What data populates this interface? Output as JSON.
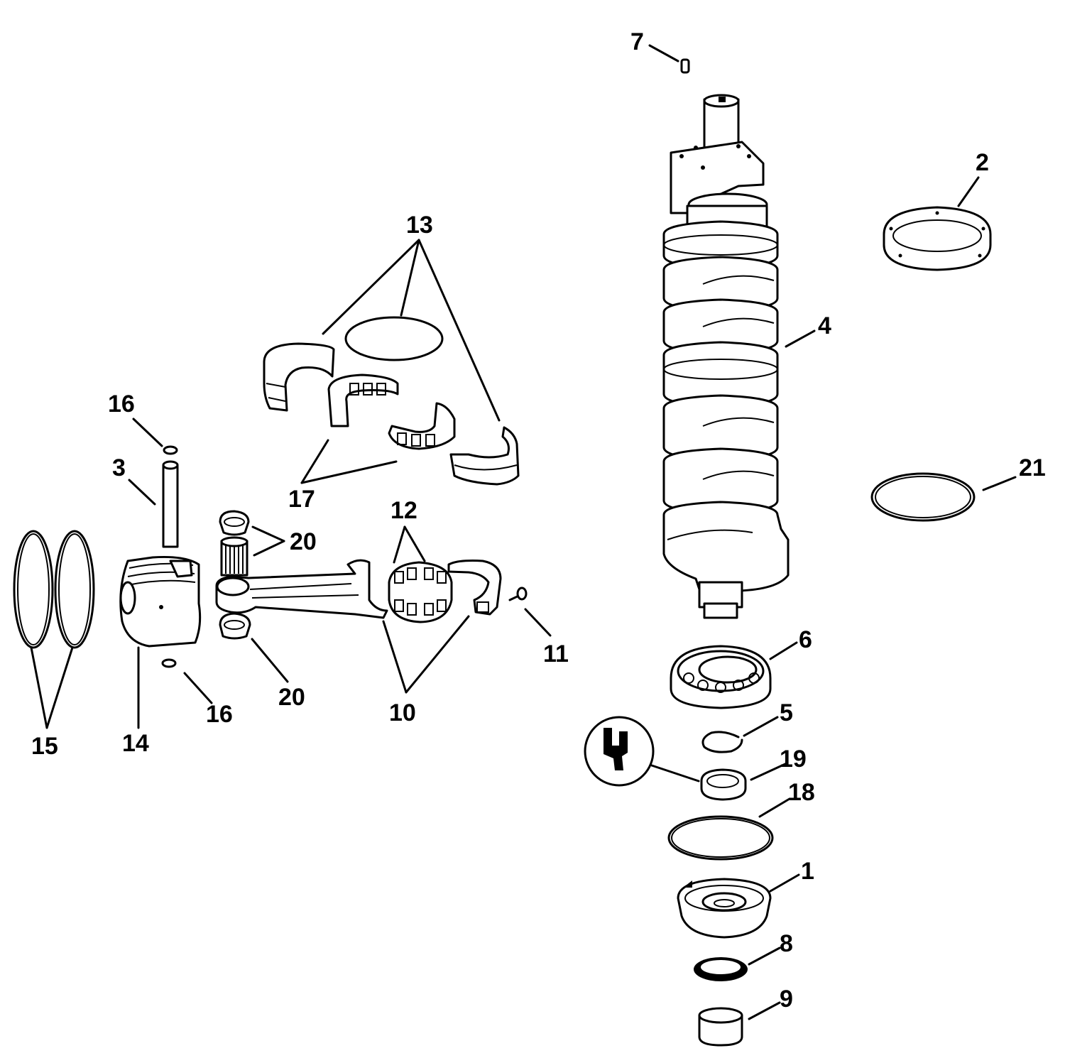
{
  "diagram": {
    "labels": {
      "l1": "1",
      "l2": "2",
      "l3": "3",
      "l4": "4",
      "l5": "5",
      "l6": "6",
      "l7": "7",
      "l8": "8",
      "l9": "9",
      "l10": "10",
      "l11": "11",
      "l12": "12",
      "l13": "13",
      "l14": "14",
      "l15": "15",
      "l16a": "16",
      "l16b": "16",
      "l17": "17",
      "l18": "18",
      "l19": "19",
      "l20a": "20",
      "l20b": "20",
      "l21": "21"
    }
  }
}
